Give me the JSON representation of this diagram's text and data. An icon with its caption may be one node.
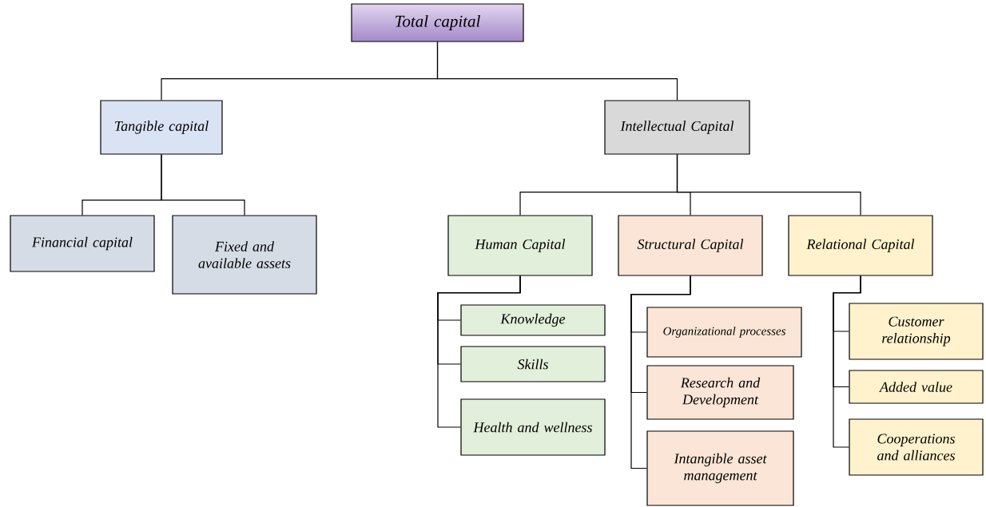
{
  "diagram": {
    "nodes": [
      {
        "text": [
          "Total capital"
        ]
      },
      {
        "text": [
          "Tangible capital"
        ]
      },
      {
        "text": [
          "Intellectual Capital"
        ]
      },
      {
        "text": [
          "Financial capital"
        ]
      },
      {
        "text": [
          "Fixed and available assets"
        ]
      },
      {
        "text": [
          "Human Capital"
        ]
      },
      {
        "text": [
          "Structural Capital"
        ]
      },
      {
        "text": [
          "Relational Capital"
        ]
      },
      {
        "text": [
          "Knowledge"
        ]
      },
      {
        "text": [
          "Skills"
        ]
      },
      {
        "text": [
          "Health and wellness"
        ]
      },
      {
        "text": [
          "Organizational processes"
        ]
      },
      {
        "text": [
          "Research and Development"
        ]
      },
      {
        "text": [
          "Intangible asset management"
        ]
      },
      {
        "text": [
          "Customer relationship"
        ]
      },
      {
        "text": [
          "Added value"
        ]
      },
      {
        "text": [
          "Cooperations and alliances"
        ]
      }
    ],
    "edges": [
      {
        "from": 0,
        "to": 1,
        "arrow": "none"
      },
      {
        "from": 0,
        "to": 2,
        "arrow": "none"
      },
      {
        "from": 1,
        "to": 3,
        "arrow": "none"
      },
      {
        "from": 1,
        "to": 4,
        "arrow": "none"
      },
      {
        "from": 2,
        "to": 5,
        "arrow": "none"
      },
      {
        "from": 2,
        "to": 6,
        "arrow": "none"
      },
      {
        "from": 2,
        "to": 7,
        "arrow": "none"
      },
      {
        "from": 5,
        "to": 8,
        "arrow": "none"
      },
      {
        "from": 5,
        "to": 9,
        "arrow": "none"
      },
      {
        "from": 5,
        "to": 10,
        "arrow": "none"
      },
      {
        "from": 6,
        "to": 11,
        "arrow": "none"
      },
      {
        "from": 6,
        "to": 12,
        "arrow": "none"
      },
      {
        "from": 6,
        "to": 13,
        "arrow": "none"
      },
      {
        "from": 7,
        "to": 14,
        "arrow": "none"
      },
      {
        "from": 7,
        "to": 15,
        "arrow": "none"
      },
      {
        "from": 7,
        "to": 16,
        "arrow": "none"
      }
    ]
  }
}
